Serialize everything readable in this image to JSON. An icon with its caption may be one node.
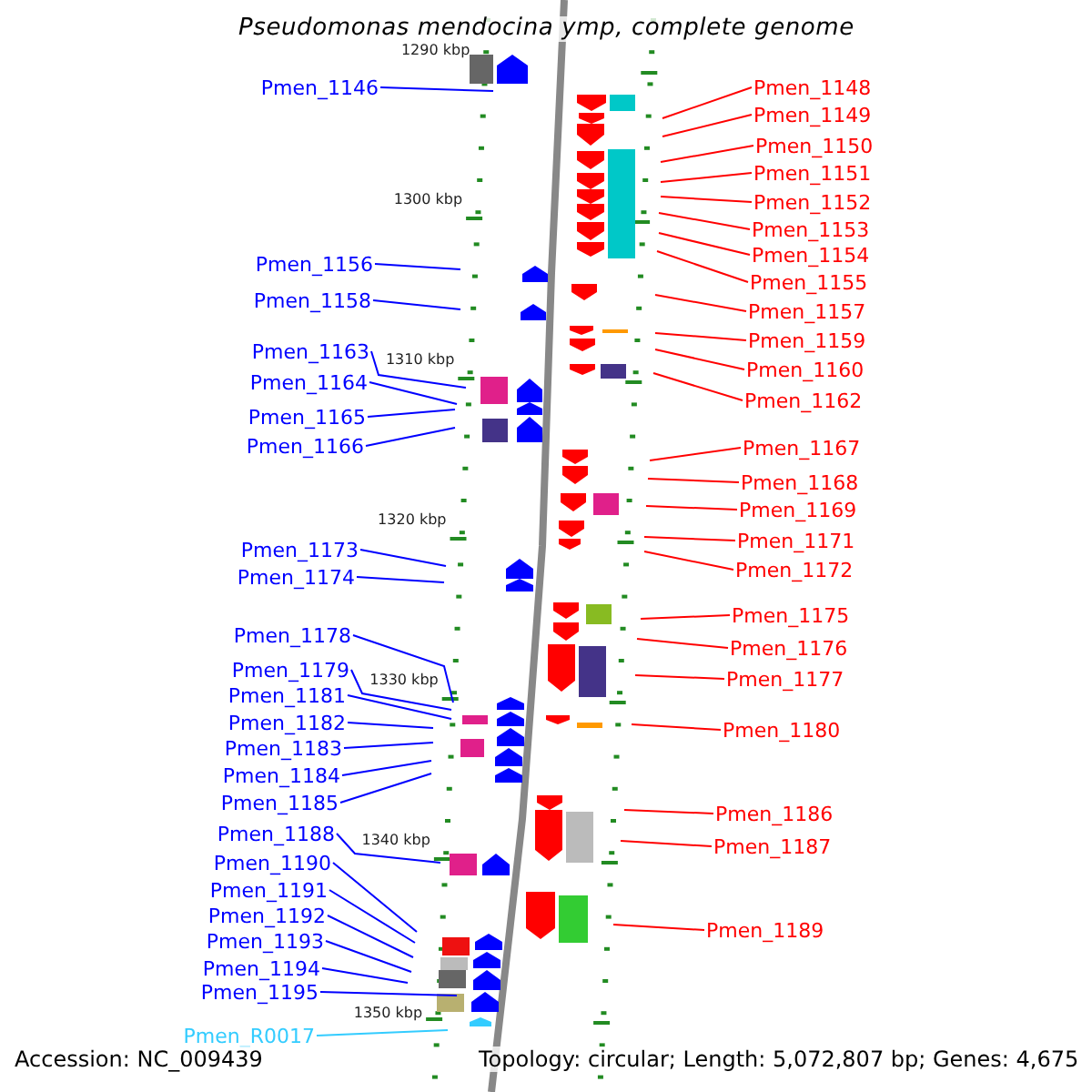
{
  "diagram": {
    "title": "Pseudomonas mendocina ymp, complete genome",
    "nodes": [
      {
        "text": [
          "Pmen_1146"
        ]
      },
      {
        "text": [
          "Pmen_1148"
        ]
      },
      {
        "text": [
          "Pmen_1149"
        ]
      },
      {
        "text": [
          "Pmen_1150"
        ]
      },
      {
        "text": [
          "Pmen_1151"
        ]
      },
      {
        "text": [
          "Pmen_1152"
        ]
      },
      {
        "text": [
          "Pmen_1153"
        ]
      },
      {
        "text": [
          "Pmen_1154"
        ]
      },
      {
        "text": [
          "Pmen_1155"
        ]
      },
      {
        "text": [
          "Pmen_1156"
        ]
      },
      {
        "text": [
          "Pmen_1157"
        ]
      },
      {
        "text": [
          "Pmen_1158"
        ]
      },
      {
        "text": [
          "Pmen_1159"
        ]
      },
      {
        "text": [
          "Pmen_1160"
        ]
      },
      {
        "text": [
          "Pmen_1162"
        ]
      },
      {
        "text": [
          "Pmen_1163"
        ]
      },
      {
        "text": [
          "Pmen_1164"
        ]
      },
      {
        "text": [
          "Pmen_1165"
        ]
      },
      {
        "text": [
          "Pmen_1166"
        ]
      },
      {
        "text": [
          "Pmen_1167"
        ]
      },
      {
        "text": [
          "Pmen_1168"
        ]
      },
      {
        "text": [
          "Pmen_1169"
        ]
      },
      {
        "text": [
          "Pmen_1171"
        ]
      },
      {
        "text": [
          "Pmen_1172"
        ]
      },
      {
        "text": [
          "Pmen_1173"
        ]
      },
      {
        "text": [
          "Pmen_1174"
        ]
      },
      {
        "text": [
          "Pmen_1175"
        ]
      },
      {
        "text": [
          "Pmen_1176"
        ]
      },
      {
        "text": [
          "Pmen_1177"
        ]
      },
      {
        "text": [
          "Pmen_1178"
        ]
      },
      {
        "text": [
          "Pmen_1179"
        ]
      },
      {
        "text": [
          "Pmen_1181"
        ]
      },
      {
        "text": [
          "Pmen_1180"
        ]
      },
      {
        "text": [
          "Pmen_1182"
        ]
      },
      {
        "text": [
          "Pmen_1183"
        ]
      },
      {
        "text": [
          "Pmen_1184"
        ]
      },
      {
        "text": [
          "Pmen_1185"
        ]
      },
      {
        "text": [
          "Pmen_1186"
        ]
      },
      {
        "text": [
          "Pmen_1187"
        ]
      },
      {
        "text": [
          "Pmen_1188"
        ]
      },
      {
        "text": [
          "Pmen_1190"
        ]
      },
      {
        "text": [
          "Pmen_1191"
        ]
      },
      {
        "text": [
          "Pmen_1192"
        ]
      },
      {
        "text": [
          "Pmen_1189"
        ]
      },
      {
        "text": [
          "Pmen_1193"
        ]
      },
      {
        "text": [
          "Pmen_1194"
        ]
      },
      {
        "text": [
          "Pmen_1195"
        ]
      },
      {
        "text": [
          "Pmen_R0017"
        ]
      }
    ],
    "edges": [
      {
        "from": 0,
        "to": null,
        "arrow": "none",
        "color": "#0000ff"
      },
      {
        "from": 1,
        "to": null,
        "arrow": "none",
        "color": "#ff0000"
      },
      {
        "from": 2,
        "to": null,
        "arrow": "none",
        "color": "#ff0000"
      },
      {
        "from": 3,
        "to": null,
        "arrow": "none",
        "color": "#ff0000"
      },
      {
        "from": 4,
        "to": null,
        "arrow": "none",
        "color": "#ff0000"
      },
      {
        "from": 5,
        "to": null,
        "arrow": "none",
        "color": "#ff0000"
      },
      {
        "from": 6,
        "to": null,
        "arrow": "none",
        "color": "#ff0000"
      },
      {
        "from": 7,
        "to": null,
        "arrow": "none",
        "color": "#ff0000"
      },
      {
        "from": 8,
        "to": null,
        "arrow": "none",
        "color": "#ff0000"
      },
      {
        "from": 9,
        "to": null,
        "arrow": "none",
        "color": "#0000ff"
      },
      {
        "from": 10,
        "to": null,
        "arrow": "none",
        "color": "#ff0000"
      },
      {
        "from": 11,
        "to": null,
        "arrow": "none",
        "color": "#0000ff"
      },
      {
        "from": 12,
        "to": null,
        "arrow": "none",
        "color": "#ff0000"
      },
      {
        "from": 13,
        "to": null,
        "arrow": "none",
        "color": "#ff0000"
      },
      {
        "from": 14,
        "to": null,
        "arrow": "none",
        "color": "#ff0000"
      },
      {
        "from": 15,
        "to": null,
        "arrow": "none",
        "color": "#0000ff"
      },
      {
        "from": 16,
        "to": null,
        "arrow": "none",
        "color": "#0000ff"
      },
      {
        "from": 17,
        "to": null,
        "arrow": "none",
        "color": "#0000ff"
      },
      {
        "from": 18,
        "to": null,
        "arrow": "none",
        "color": "#0000ff"
      },
      {
        "from": 19,
        "to": null,
        "arrow": "none",
        "color": "#ff0000"
      },
      {
        "from": 20,
        "to": null,
        "arrow": "none",
        "color": "#ff0000"
      },
      {
        "from": 21,
        "to": null,
        "arrow": "none",
        "color": "#ff0000"
      },
      {
        "from": 22,
        "to": null,
        "arrow": "none",
        "color": "#ff0000"
      },
      {
        "from": 23,
        "to": null,
        "arrow": "none",
        "color": "#ff0000"
      },
      {
        "from": 24,
        "to": null,
        "arrow": "none",
        "color": "#0000ff"
      },
      {
        "from": 25,
        "to": null,
        "arrow": "none",
        "color": "#0000ff"
      },
      {
        "from": 26,
        "to": null,
        "arrow": "none",
        "color": "#ff0000"
      },
      {
        "from": 27,
        "to": null,
        "arrow": "none",
        "color": "#ff0000"
      },
      {
        "from": 28,
        "to": null,
        "arrow": "none",
        "color": "#ff0000"
      },
      {
        "from": 29,
        "to": null,
        "arrow": "none",
        "color": "#0000ff"
      },
      {
        "from": 30,
        "to": null,
        "arrow": "none",
        "color": "#0000ff"
      },
      {
        "from": 31,
        "to": null,
        "arrow": "none",
        "color": "#0000ff"
      },
      {
        "from": 32,
        "to": null,
        "arrow": "none",
        "color": "#ff0000"
      },
      {
        "from": 33,
        "to": null,
        "arrow": "none",
        "color": "#0000ff"
      },
      {
        "from": 34,
        "to": null,
        "arrow": "none",
        "color": "#0000ff"
      },
      {
        "from": 35,
        "to": null,
        "arrow": "none",
        "color": "#0000ff"
      },
      {
        "from": 36,
        "to": null,
        "arrow": "none",
        "color": "#0000ff"
      },
      {
        "from": 37,
        "to": null,
        "arrow": "none",
        "color": "#ff0000"
      },
      {
        "from": 38,
        "to": null,
        "arrow": "none",
        "color": "#ff0000"
      },
      {
        "from": 39,
        "to": null,
        "arrow": "none",
        "color": "#0000ff"
      },
      {
        "from": 40,
        "to": null,
        "arrow": "none",
        "color": "#0000ff"
      },
      {
        "from": 41,
        "to": null,
        "arrow": "none",
        "color": "#0000ff"
      },
      {
        "from": 42,
        "to": null,
        "arrow": "none",
        "color": "#0000ff"
      },
      {
        "from": 43,
        "to": null,
        "arrow": "none",
        "color": "#ff0000"
      },
      {
        "from": 44,
        "to": null,
        "arrow": "none",
        "color": "#0000ff"
      },
      {
        "from": 45,
        "to": null,
        "arrow": "none",
        "color": "#0000ff"
      },
      {
        "from": 46,
        "to": null,
        "arrow": "none",
        "color": "#0000ff"
      },
      {
        "from": 47,
        "to": null,
        "arrow": "none",
        "color": "#33ccff"
      }
    ],
    "labels": [
      "1290 kbp",
      "1300 kbp",
      "1310 kbp",
      "1320 kbp",
      "1330 kbp",
      "1340 kbp",
      "1350 kbp",
      "Accession: NC_009439",
      "Topology: circular; Length: 5,072,807 bp; Genes: 4,675"
    ]
  }
}
